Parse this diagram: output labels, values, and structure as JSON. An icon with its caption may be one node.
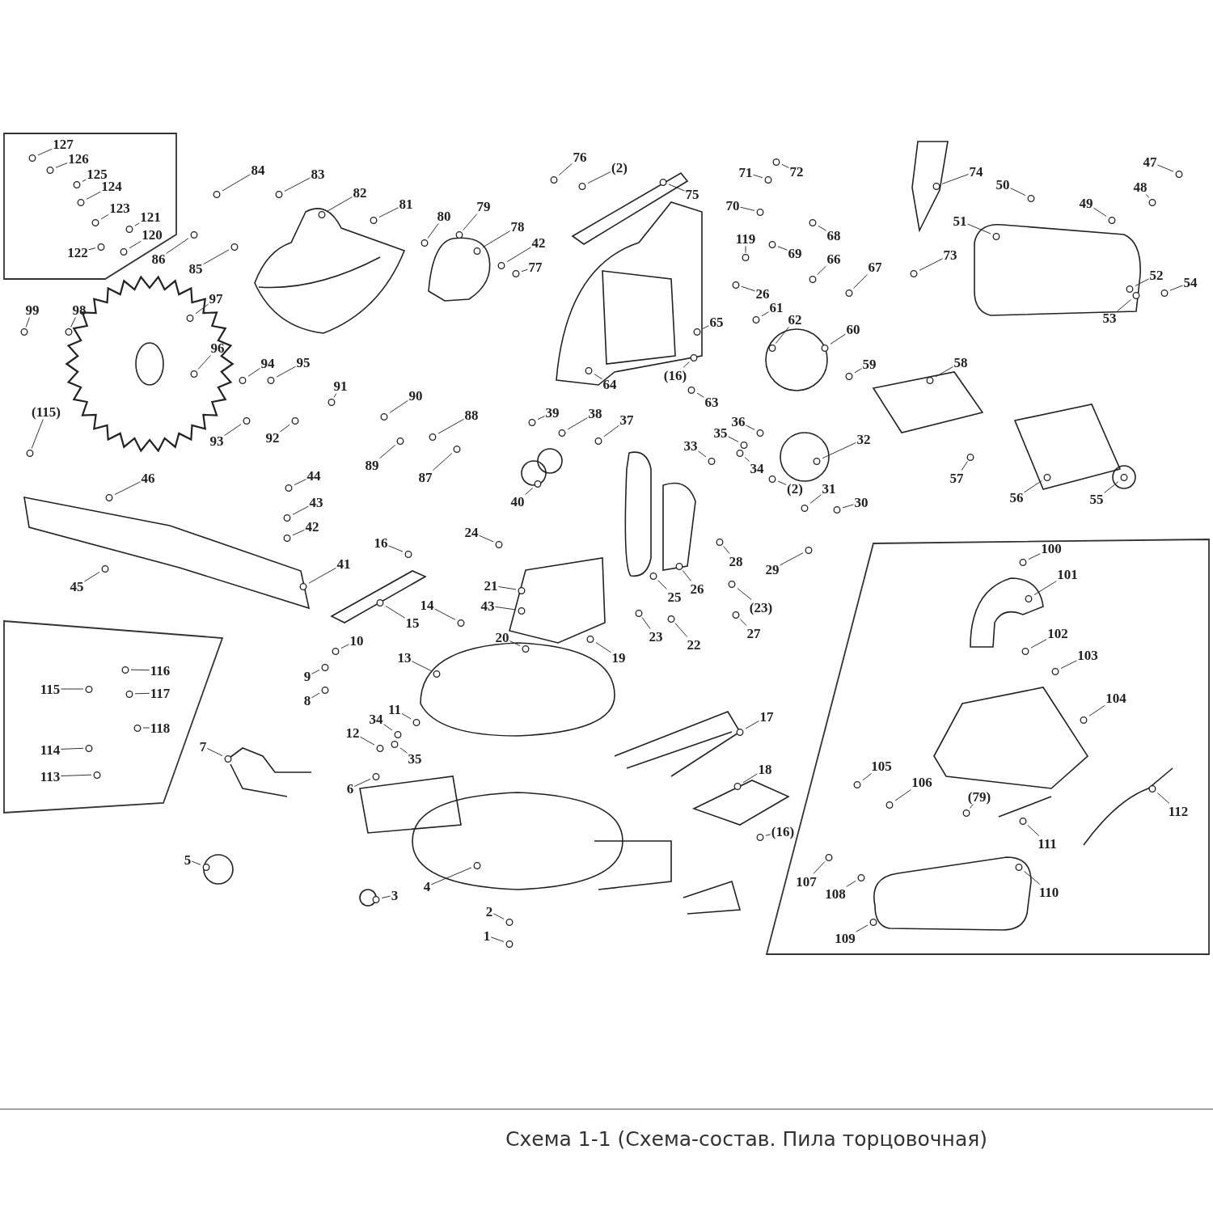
{
  "diagram": {
    "caption": "Схема 1-1 (Схема-состав. Пила торцовочная)",
    "nodes": [
      {
        "text": [],
        "shape": "box"
      },
      {
        "text": [
          "127"
        ],
        "in": 0
      },
      {
        "text": [
          "126"
        ],
        "in": 0
      },
      {
        "text": [
          "125"
        ],
        "in": 0
      },
      {
        "text": [
          "124"
        ],
        "in": 0
      },
      {
        "text": [
          "123"
        ],
        "in": 0
      },
      {
        "text": [
          "121"
        ],
        "in": 0
      },
      {
        "text": [
          "120"
        ],
        "in": 0
      },
      {
        "text": [
          "122"
        ],
        "in": 0
      },
      {
        "text": [
          "84"
        ]
      },
      {
        "text": [
          "83"
        ]
      },
      {
        "text": [
          "82"
        ]
      },
      {
        "text": [
          "81"
        ]
      },
      {
        "text": [
          "86"
        ]
      },
      {
        "text": [
          "85"
        ]
      },
      {
        "text": [
          "80"
        ]
      },
      {
        "text": [
          "79"
        ]
      },
      {
        "text": [
          "78"
        ]
      },
      {
        "text": [
          "42"
        ]
      },
      {
        "text": [
          "77"
        ]
      },
      {
        "text": [
          "76"
        ]
      },
      {
        "text": [
          "(2)"
        ]
      },
      {
        "text": [
          "75"
        ]
      },
      {
        "text": [
          "72"
        ]
      },
      {
        "text": [
          "71"
        ]
      },
      {
        "text": [
          "70"
        ]
      },
      {
        "text": [
          "68"
        ]
      },
      {
        "text": [
          "69"
        ]
      },
      {
        "text": [
          "119"
        ]
      },
      {
        "text": [
          "66"
        ]
      },
      {
        "text": [
          "67"
        ]
      },
      {
        "text": [
          "26"
        ]
      },
      {
        "text": [
          "61"
        ]
      },
      {
        "text": [
          "62"
        ]
      },
      {
        "text": [
          "65"
        ]
      },
      {
        "text": [
          "64"
        ]
      },
      {
        "text": [
          "(16)"
        ]
      },
      {
        "text": [
          "63"
        ]
      },
      {
        "text": [
          "60"
        ]
      },
      {
        "text": [
          "59"
        ]
      },
      {
        "text": [
          "74"
        ]
      },
      {
        "text": [
          "73"
        ]
      },
      {
        "text": [
          "50"
        ]
      },
      {
        "text": [
          "49"
        ]
      },
      {
        "text": [
          "48"
        ]
      },
      {
        "text": [
          "47"
        ]
      },
      {
        "text": [
          "51"
        ]
      },
      {
        "text": [
          "52"
        ]
      },
      {
        "text": [
          "54"
        ]
      },
      {
        "text": [
          "53"
        ]
      },
      {
        "text": [
          "58"
        ]
      },
      {
        "text": [
          "57"
        ]
      },
      {
        "text": [
          "56"
        ]
      },
      {
        "text": [
          "55"
        ]
      },
      {
        "text": [
          "99"
        ]
      },
      {
        "text": [
          "98"
        ]
      },
      {
        "text": [
          "97"
        ]
      },
      {
        "text": [
          "96"
        ]
      },
      {
        "text": [
          "94"
        ]
      },
      {
        "text": [
          "95"
        ]
      },
      {
        "text": [
          "93"
        ]
      },
      {
        "text": [
          "92"
        ]
      },
      {
        "text": [
          "91"
        ]
      },
      {
        "text": [
          "90"
        ]
      },
      {
        "text": [
          "89"
        ]
      },
      {
        "text": [
          "88"
        ]
      },
      {
        "text": [
          "87"
        ]
      },
      {
        "text": [
          "39"
        ]
      },
      {
        "text": [
          "38"
        ]
      },
      {
        "text": [
          "37"
        ]
      },
      {
        "text": [
          "36"
        ]
      },
      {
        "text": [
          "35"
        ]
      },
      {
        "text": [
          "33"
        ]
      },
      {
        "text": [
          "34"
        ]
      },
      {
        "text": [
          "32"
        ]
      },
      {
        "text": [
          "(2)"
        ]
      },
      {
        "text": [
          "31"
        ]
      },
      {
        "text": [
          "30"
        ]
      },
      {
        "text": [
          "40"
        ]
      },
      {
        "text": [
          "28"
        ]
      },
      {
        "text": [
          "29"
        ]
      },
      {
        "text": [
          "(115)"
        ]
      },
      {
        "text": [
          "46"
        ]
      },
      {
        "text": [
          "44"
        ]
      },
      {
        "text": [
          "43"
        ]
      },
      {
        "text": [
          "42"
        ]
      },
      {
        "text": [
          "41"
        ]
      },
      {
        "text": [
          "45"
        ]
      },
      {
        "text": [
          "16"
        ]
      },
      {
        "text": [
          "24"
        ]
      },
      {
        "text": [
          "21"
        ]
      },
      {
        "text": [
          "43"
        ]
      },
      {
        "text": [
          "25"
        ]
      },
      {
        "text": [
          "26"
        ]
      },
      {
        "text": [
          "(23)"
        ]
      },
      {
        "text": [
          "27"
        ]
      },
      {
        "text": [
          "23"
        ]
      },
      {
        "text": [
          "22"
        ]
      },
      {
        "text": [
          "15"
        ]
      },
      {
        "text": [
          "14"
        ]
      },
      {
        "text": [
          "10"
        ]
      },
      {
        "text": [
          "9"
        ]
      },
      {
        "text": [
          "8"
        ]
      },
      {
        "text": [
          "20"
        ]
      },
      {
        "text": [
          "19"
        ]
      },
      {
        "text": [
          "13"
        ]
      },
      {
        "text": [
          "11"
        ]
      },
      {
        "text": [
          "12"
        ]
      },
      {
        "text": [
          "34"
        ]
      },
      {
        "text": [
          "35"
        ]
      },
      {
        "text": [
          "17"
        ]
      },
      {
        "text": [
          "18"
        ]
      },
      {
        "text": [
          "(16)"
        ]
      },
      {
        "text": [
          "7"
        ]
      },
      {
        "text": [
          "6"
        ]
      },
      {
        "text": [
          "5"
        ]
      },
      {
        "text": [
          "3"
        ]
      },
      {
        "text": [
          "4"
        ]
      },
      {
        "text": [
          "2"
        ]
      },
      {
        "text": [
          "1"
        ]
      },
      {
        "text": [],
        "shape": "box"
      },
      {
        "text": [
          "116"
        ],
        "in": 120
      },
      {
        "text": [
          "115"
        ],
        "in": 120
      },
      {
        "text": [
          "117"
        ],
        "in": 120
      },
      {
        "text": [
          "118"
        ],
        "in": 120
      },
      {
        "text": [
          "114"
        ],
        "in": 120
      },
      {
        "text": [
          "113"
        ],
        "in": 120
      },
      {
        "text": [],
        "shape": "box"
      },
      {
        "text": [
          "100"
        ],
        "in": 127
      },
      {
        "text": [
          "101"
        ],
        "in": 127
      },
      {
        "text": [
          "102"
        ],
        "in": 127
      },
      {
        "text": [
          "103"
        ],
        "in": 127
      },
      {
        "text": [
          "104"
        ],
        "in": 127
      },
      {
        "text": [
          "105"
        ],
        "in": 127
      },
      {
        "text": [
          "106"
        ],
        "in": 127
      },
      {
        "text": [
          "(79)"
        ],
        "in": 127
      },
      {
        "text": [
          "112"
        ],
        "in": 127
      },
      {
        "text": [
          "111"
        ],
        "in": 127
      },
      {
        "text": [
          "107"
        ],
        "in": 127
      },
      {
        "text": [
          "108"
        ],
        "in": 127
      },
      {
        "text": [
          "110"
        ],
        "in": 127
      },
      {
        "text": [
          "109"
        ],
        "in": 127
      },
      {
        "text": [],
        "shape": "circle",
        "in": 0
      },
      {
        "text": [],
        "shape": "circle",
        "in": 0
      },
      {
        "text": [],
        "shape": "circle",
        "in": 0
      },
      {
        "text": [],
        "shape": "circle",
        "in": 0
      },
      {
        "text": [],
        "shape": "circle",
        "in": 0
      },
      {
        "text": [],
        "shape": "circle",
        "in": 0
      },
      {
        "text": [],
        "shape": "circle",
        "in": 0
      },
      {
        "text": [],
        "shape": "circle",
        "in": 0
      },
      {
        "text": [],
        "shape": "circle"
      },
      {
        "text": [],
        "shape": "circle"
      },
      {
        "text": [],
        "shape": "circle"
      },
      {
        "text": [],
        "shape": "circle"
      },
      {
        "text": [],
        "shape": "circle"
      },
      {
        "text": [],
        "shape": "circle"
      },
      {
        "text": [],
        "shape": "circle"
      },
      {
        "text": [],
        "shape": "circle"
      },
      {
        "text": [],
        "shape": "circle"
      },
      {
        "text": [],
        "shape": "circle"
      },
      {
        "text": [],
        "shape": "circle"
      },
      {
        "text": [],
        "shape": "circle"
      },
      {
        "text": [],
        "shape": "circle"
      },
      {
        "text": [],
        "shape": "circle"
      },
      {
        "text": [],
        "shape": "circle"
      },
      {
        "text": [],
        "shape": "circle"
      },
      {
        "text": [],
        "shape": "circle"
      },
      {
        "text": [],
        "shape": "circle"
      },
      {
        "text": [],
        "shape": "circle"
      },
      {
        "text": [],
        "shape": "circle"
      },
      {
        "text": [],
        "shape": "circle"
      },
      {
        "text": [],
        "shape": "circle"
      },
      {
        "text": [],
        "shape": "circle"
      },
      {
        "text": [],
        "shape": "circle"
      },
      {
        "text": [],
        "shape": "circle"
      },
      {
        "text": [],
        "shape": "circle"
      },
      {
        "text": [],
        "shape": "circle"
      },
      {
        "text": [],
        "shape": "circle"
      },
      {
        "text": [],
        "shape": "circle"
      },
      {
        "text": [],
        "shape": "circle"
      },
      {
        "text": [],
        "shape": "circle"
      },
      {
        "text": [],
        "shape": "circle"
      },
      {
        "text": [],
        "shape": "circle"
      },
      {
        "text": [],
        "shape": "circle"
      },
      {
        "text": [],
        "shape": "circle"
      },
      {
        "text": [],
        "shape": "circle"
      },
      {
        "text": [],
        "shape": "circle"
      },
      {
        "text": [],
        "shape": "circle"
      },
      {
        "text": [],
        "shape": "circle"
      },
      {
        "text": [],
        "shape": "circle"
      },
      {
        "text": [],
        "shape": "circle"
      },
      {
        "text": [],
        "shape": "circle"
      },
      {
        "text": [],
        "shape": "circle"
      },
      {
        "text": [],
        "shape": "circle"
      },
      {
        "text": [],
        "shape": "circle"
      },
      {
        "text": [],
        "shape": "circle"
      },
      {
        "text": [],
        "shape": "circle"
      },
      {
        "text": [],
        "shape": "circle"
      },
      {
        "text": [],
        "shape": "circle"
      },
      {
        "text": [],
        "shape": "circle"
      },
      {
        "text": [],
        "shape": "circle"
      },
      {
        "text": [],
        "shape": "circle"
      },
      {
        "text": [],
        "shape": "circle"
      },
      {
        "text": [],
        "shape": "circle"
      },
      {
        "text": [],
        "shape": "circle"
      },
      {
        "text": [],
        "shape": "circle"
      },
      {
        "text": [],
        "shape": "circle"
      },
      {
        "text": [],
        "shape": "circle"
      },
      {
        "text": [],
        "shape": "circle"
      },
      {
        "text": [],
        "shape": "circle"
      },
      {
        "text": [],
        "shape": "circle"
      },
      {
        "text": [],
        "shape": "circle"
      },
      {
        "text": [],
        "shape": "circle"
      },
      {
        "text": [],
        "shape": "circle"
      },
      {
        "text": [],
        "shape": "circle"
      },
      {
        "text": [],
        "shape": "circle"
      },
      {
        "text": [],
        "shape": "circle"
      },
      {
        "text": [],
        "shape": "circle"
      },
      {
        "text": [],
        "shape": "circle"
      },
      {
        "text": [],
        "shape": "circle"
      },
      {
        "text": [],
        "shape": "circle"
      },
      {
        "text": [],
        "shape": "circle"
      },
      {
        "text": [],
        "shape": "circle"
      },
      {
        "text": [],
        "shape": "circle"
      },
      {
        "text": [],
        "shape": "circle"
      },
      {
        "text": [],
        "shape": "circle"
      },
      {
        "text": [],
        "shape": "circle"
      },
      {
        "text": [],
        "shape": "circle"
      },
      {
        "text": [],
        "shape": "circle"
      },
      {
        "text": [],
        "shape": "circle"
      },
      {
        "text": [],
        "shape": "circle"
      },
      {
        "text": [],
        "shape": "circle"
      },
      {
        "text": [],
        "shape": "circle"
      },
      {
        "text": [],
        "shape": "circle"
      },
      {
        "text": [],
        "shape": "circle"
      },
      {
        "text": [],
        "shape": "circle"
      },
      {
        "text": [],
        "shape": "circle"
      },
      {
        "text": [],
        "shape": "circle"
      },
      {
        "text": [],
        "shape": "circle"
      },
      {
        "text": [],
        "shape": "circle"
      },
      {
        "text": [],
        "shape": "circle"
      },
      {
        "text": [],
        "shape": "circle"
      },
      {
        "text": [],
        "shape": "circle"
      },
      {
        "text": [],
        "shape": "circle"
      },
      {
        "text": [],
        "shape": "circle"
      },
      {
        "text": [],
        "shape": "circle"
      },
      {
        "text": [],
        "shape": "circle"
      },
      {
        "text": [],
        "shape": "circle"
      },
      {
        "text": [],
        "shape": "circle"
      },
      {
        "text": [],
        "shape": "circle"
      },
      {
        "text": [],
        "shape": "circle"
      },
      {
        "text": [],
        "shape": "circle"
      },
      {
        "text": [],
        "shape": "circle"
      },
      {
        "text": [],
        "shape": "circle"
      },
      {
        "text": [],
        "shape": "circle"
      },
      {
        "text": [],
        "shape": "circle"
      },
      {
        "text": [],
        "shape": "circle"
      },
      {
        "text": [],
        "shape": "circle"
      },
      {
        "text": [],
        "shape": "circle"
      },
      {
        "text": [],
        "shape": "circle"
      },
      {
        "text": [],
        "shape": "circle"
      },
      {
        "text": [],
        "shape": "circle",
        "in": 120
      },
      {
        "text": [],
        "shape": "circle",
        "in": 120
      },
      {
        "text": [],
        "shape": "circle",
        "in": 120
      },
      {
        "text": [],
        "shape": "circle",
        "in": 120
      },
      {
        "text": [],
        "shape": "circle",
        "in": 120
      },
      {
        "text": [],
        "shape": "circle",
        "in": 120
      },
      {
        "text": [],
        "shape": "circle",
        "in": 127
      },
      {
        "text": [],
        "shape": "circle",
        "in": 127
      },
      {
        "text": [],
        "shape": "circle",
        "in": 127
      },
      {
        "text": [],
        "shape": "circle",
        "in": 127
      },
      {
        "text": [],
        "shape": "circle",
        "in": 127
      },
      {
        "text": [],
        "shape": "circle",
        "in": 127
      },
      {
        "text": [],
        "shape": "circle",
        "in": 127
      },
      {
        "text": [],
        "shape": "circle",
        "in": 127
      },
      {
        "text": [],
        "shape": "circle",
        "in": 127
      },
      {
        "text": [],
        "shape": "circle",
        "in": 127
      },
      {
        "text": [],
        "shape": "circle",
        "in": 127
      },
      {
        "text": [],
        "shape": "circle",
        "in": 127
      },
      {
        "text": [],
        "shape": "circle",
        "in": 127
      },
      {
        "text": [],
        "shape": "circle",
        "in": 127
      }
    ],
    "edges": [
      {
        "from": 1,
        "to": 142,
        "arrow": "none"
      },
      {
        "from": 2,
        "to": 143,
        "arrow": "none"
      },
      {
        "from": 3,
        "to": 144,
        "arrow": "none"
      },
      {
        "from": 4,
        "to": 145,
        "arrow": "none"
      },
      {
        "from": 5,
        "to": 146,
        "arrow": "none"
      },
      {
        "from": 6,
        "to": 147,
        "arrow": "none"
      },
      {
        "from": 7,
        "to": 148,
        "arrow": "none"
      },
      {
        "from": 8,
        "to": 149,
        "arrow": "none"
      },
      {
        "from": 9,
        "to": 150,
        "arrow": "none"
      },
      {
        "from": 10,
        "to": 151,
        "arrow": "none"
      },
      {
        "from": 11,
        "to": 152,
        "arrow": "none"
      },
      {
        "from": 12,
        "to": 153,
        "arrow": "none"
      },
      {
        "from": 13,
        "to": 154,
        "arrow": "none"
      },
      {
        "from": 14,
        "to": 155,
        "arrow": "none"
      },
      {
        "from": 15,
        "to": 156,
        "arrow": "none"
      },
      {
        "from": 16,
        "to": 157,
        "arrow": "none"
      },
      {
        "from": 17,
        "to": 158,
        "arrow": "none"
      },
      {
        "from": 18,
        "to": 159,
        "arrow": "none"
      },
      {
        "from": 19,
        "to": 160,
        "arrow": "none"
      },
      {
        "from": 20,
        "to": 161,
        "arrow": "none"
      },
      {
        "from": 21,
        "to": 162,
        "arrow": "none"
      },
      {
        "from": 22,
        "to": 163,
        "arrow": "none"
      },
      {
        "from": 23,
        "to": 164,
        "arrow": "none"
      },
      {
        "from": 24,
        "to": 165,
        "arrow": "none"
      },
      {
        "from": 25,
        "to": 166,
        "arrow": "none"
      },
      {
        "from": 26,
        "to": 167,
        "arrow": "none"
      },
      {
        "from": 27,
        "to": 168,
        "arrow": "none"
      },
      {
        "from": 28,
        "to": 169,
        "arrow": "none"
      },
      {
        "from": 29,
        "to": 170,
        "arrow": "none"
      },
      {
        "from": 30,
        "to": 171,
        "arrow": "none"
      },
      {
        "from": 31,
        "to": 172,
        "arrow": "none"
      },
      {
        "from": 32,
        "to": 173,
        "arrow": "none"
      },
      {
        "from": 33,
        "to": 174,
        "arrow": "none"
      },
      {
        "from": 34,
        "to": 175,
        "arrow": "none"
      },
      {
        "from": 35,
        "to": 176,
        "arrow": "none"
      },
      {
        "from": 36,
        "to": 177,
        "arrow": "none"
      },
      {
        "from": 37,
        "to": 178,
        "arrow": "none"
      },
      {
        "from": 38,
        "to": 179,
        "arrow": "none"
      },
      {
        "from": 39,
        "to": 180,
        "arrow": "none"
      },
      {
        "from": 40,
        "to": 181,
        "arrow": "none"
      },
      {
        "from": 41,
        "to": 182,
        "arrow": "none"
      },
      {
        "from": 42,
        "to": 183,
        "arrow": "none"
      },
      {
        "from": 43,
        "to": 184,
        "arrow": "none"
      },
      {
        "from": 44,
        "to": 185,
        "arrow": "none"
      },
      {
        "from": 45,
        "to": 186,
        "arrow": "none"
      },
      {
        "from": 46,
        "to": 187,
        "arrow": "none"
      },
      {
        "from": 47,
        "to": 188,
        "arrow": "none"
      },
      {
        "from": 48,
        "to": 189,
        "arrow": "none"
      },
      {
        "from": 49,
        "to": 190,
        "arrow": "none"
      },
      {
        "from": 50,
        "to": 191,
        "arrow": "none"
      },
      {
        "from": 51,
        "to": 192,
        "arrow": "none"
      },
      {
        "from": 52,
        "to": 193,
        "arrow": "none"
      },
      {
        "from": 53,
        "to": 194,
        "arrow": "none"
      },
      {
        "from": 54,
        "to": 195,
        "arrow": "none"
      },
      {
        "from": 55,
        "to": 196,
        "arrow": "none"
      },
      {
        "from": 56,
        "to": 197,
        "arrow": "none"
      },
      {
        "from": 57,
        "to": 198,
        "arrow": "none"
      },
      {
        "from": 58,
        "to": 199,
        "arrow": "none"
      },
      {
        "from": 59,
        "to": 200,
        "arrow": "none"
      },
      {
        "from": 60,
        "to": 201,
        "arrow": "none"
      },
      {
        "from": 61,
        "to": 202,
        "arrow": "none"
      },
      {
        "from": 62,
        "to": 203,
        "arrow": "none"
      },
      {
        "from": 63,
        "to": 204,
        "arrow": "none"
      },
      {
        "from": 64,
        "to": 205,
        "arrow": "none"
      },
      {
        "from": 65,
        "to": 206,
        "arrow": "none"
      },
      {
        "from": 66,
        "to": 207,
        "arrow": "none"
      },
      {
        "from": 67,
        "to": 208,
        "arrow": "none"
      },
      {
        "from": 68,
        "to": 209,
        "arrow": "none"
      },
      {
        "from": 69,
        "to": 210,
        "arrow": "none"
      },
      {
        "from": 70,
        "to": 211,
        "arrow": "none"
      },
      {
        "from": 71,
        "to": 212,
        "arrow": "none"
      },
      {
        "from": 72,
        "to": 213,
        "arrow": "none"
      },
      {
        "from": 73,
        "to": 214,
        "arrow": "none"
      },
      {
        "from": 74,
        "to": 215,
        "arrow": "none"
      },
      {
        "from": 75,
        "to": 216,
        "arrow": "none"
      },
      {
        "from": 76,
        "to": 217,
        "arrow": "none"
      },
      {
        "from": 77,
        "to": 218,
        "arrow": "none"
      },
      {
        "from": 78,
        "to": 219,
        "arrow": "none"
      },
      {
        "from": 79,
        "to": 220,
        "arrow": "none"
      },
      {
        "from": 80,
        "to": 221,
        "arrow": "none"
      },
      {
        "from": 81,
        "to": 222,
        "arrow": "none"
      },
      {
        "from": 82,
        "to": 223,
        "arrow": "none"
      },
      {
        "from": 83,
        "to": 224,
        "arrow": "none"
      },
      {
        "from": 84,
        "to": 225,
        "arrow": "none"
      },
      {
        "from": 85,
        "to": 226,
        "arrow": "none"
      },
      {
        "from": 86,
        "to": 227,
        "arrow": "none"
      },
      {
        "from": 87,
        "to": 228,
        "arrow": "none"
      },
      {
        "from": 88,
        "to": 229,
        "arrow": "none"
      },
      {
        "from": 89,
        "to": 230,
        "arrow": "none"
      },
      {
        "from": 90,
        "to": 231,
        "arrow": "none"
      },
      {
        "from": 91,
        "to": 232,
        "arrow": "none"
      },
      {
        "from": 92,
        "to": 233,
        "arrow": "none"
      },
      {
        "from": 93,
        "to": 234,
        "arrow": "none"
      },
      {
        "from": 94,
        "to": 235,
        "arrow": "none"
      },
      {
        "from": 95,
        "to": 236,
        "arrow": "none"
      },
      {
        "from": 96,
        "to": 237,
        "arrow": "none"
      },
      {
        "from": 97,
        "to": 238,
        "arrow": "none"
      },
      {
        "from": 98,
        "to": 239,
        "arrow": "none"
      },
      {
        "from": 99,
        "to": 240,
        "arrow": "none"
      },
      {
        "from": 100,
        "to": 241,
        "arrow": "none"
      },
      {
        "from": 101,
        "to": 242,
        "arrow": "none"
      },
      {
        "from": 102,
        "to": 243,
        "arrow": "none"
      },
      {
        "from": 103,
        "to": 244,
        "arrow": "none"
      },
      {
        "from": 104,
        "to": 245,
        "arrow": "none"
      },
      {
        "from": 105,
        "to": 246,
        "arrow": "none"
      },
      {
        "from": 106,
        "to": 247,
        "arrow": "none"
      },
      {
        "from": 107,
        "to": 248,
        "arrow": "none"
      },
      {
        "from": 108,
        "to": 249,
        "arrow": "none"
      },
      {
        "from": 109,
        "to": 250,
        "arrow": "none"
      },
      {
        "from": 110,
        "to": 251,
        "arrow": "none"
      },
      {
        "from": 111,
        "to": 252,
        "arrow": "none"
      },
      {
        "from": 112,
        "to": 253,
        "arrow": "none"
      },
      {
        "from": 113,
        "to": 254,
        "arrow": "none"
      },
      {
        "from": 114,
        "to": 255,
        "arrow": "none"
      },
      {
        "from": 115,
        "to": 256,
        "arrow": "none"
      },
      {
        "from": 116,
        "to": 257,
        "arrow": "none"
      },
      {
        "from": 117,
        "to": 258,
        "arrow": "none"
      },
      {
        "from": 118,
        "to": 259,
        "arrow": "none"
      },
      {
        "from": 119,
        "to": 260,
        "arrow": "none"
      },
      {
        "from": 121,
        "to": 261,
        "arrow": "none"
      },
      {
        "from": 122,
        "to": 262,
        "arrow": "none"
      },
      {
        "from": 123,
        "to": 263,
        "arrow": "none"
      },
      {
        "from": 124,
        "to": 264,
        "arrow": "none"
      },
      {
        "from": 125,
        "to": 265,
        "arrow": "none"
      },
      {
        "from": 126,
        "to": 266,
        "arrow": "none"
      },
      {
        "from": 128,
        "to": 267,
        "arrow": "none"
      },
      {
        "from": 129,
        "to": 268,
        "arrow": "none"
      },
      {
        "from": 130,
        "to": 269,
        "arrow": "none"
      },
      {
        "from": 131,
        "to": 270,
        "arrow": "none"
      },
      {
        "from": 132,
        "to": 271,
        "arrow": "none"
      },
      {
        "from": 133,
        "to": 272,
        "arrow": "none"
      },
      {
        "from": 134,
        "to": 273,
        "arrow": "none"
      },
      {
        "from": 135,
        "to": 274,
        "arrow": "none"
      },
      {
        "from": 136,
        "to": 275,
        "arrow": "none"
      },
      {
        "from": 137,
        "to": 276,
        "arrow": "none"
      },
      {
        "from": 138,
        "to": 277,
        "arrow": "none"
      },
      {
        "from": 139,
        "to": 278,
        "arrow": "none"
      },
      {
        "from": 140,
        "to": 279,
        "arrow": "none"
      },
      {
        "from": 141,
        "to": 280,
        "arrow": "none"
      }
    ]
  }
}
